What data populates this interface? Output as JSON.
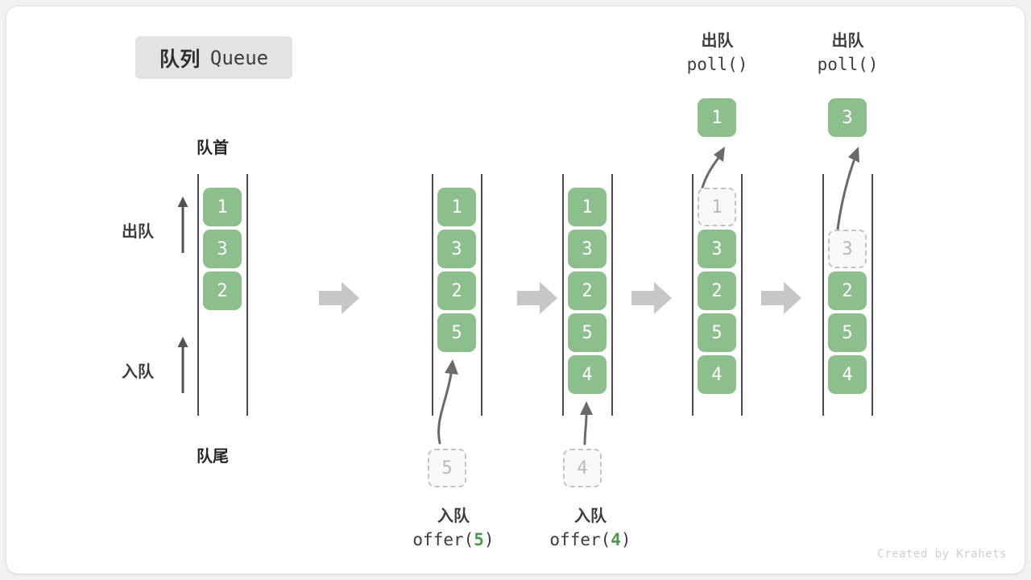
{
  "title": {
    "cn": "队列",
    "en": "Queue"
  },
  "labels": {
    "head": "队首",
    "tail": "队尾",
    "dequeue": "出队",
    "enqueue": "入队"
  },
  "credit": "Created by Krahets",
  "colors": {
    "block_fill": "#8cbf8c",
    "block_text": "#ffffff",
    "ghost_fill": "#f8f8f8",
    "ghost_border": "#c3c3c3",
    "ghost_text": "#b9b9b9",
    "rail": "#4a4a4a",
    "step_arrow": "#c6c6c6",
    "accent_arg": "#4a9a4a",
    "badge_bg": "#e3e3e3"
  },
  "stages": [
    {
      "id": "initial",
      "items": [
        "1",
        "3",
        "2"
      ],
      "ghost_index": null,
      "ghost_value": null,
      "pending_value": null,
      "popped_value": null,
      "caption_cn": null,
      "caption_fn": null,
      "caption_arg": null
    },
    {
      "id": "offer-5",
      "items": [
        "1",
        "3",
        "2",
        "5"
      ],
      "ghost_index": null,
      "ghost_value": null,
      "pending_value": "5",
      "popped_value": null,
      "caption_cn": "入队",
      "caption_fn": "offer(",
      "caption_arg": "5"
    },
    {
      "id": "offer-4",
      "items": [
        "1",
        "3",
        "2",
        "5",
        "4"
      ],
      "ghost_index": null,
      "ghost_value": null,
      "pending_value": "4",
      "popped_value": null,
      "caption_cn": "入队",
      "caption_fn": "offer(",
      "caption_arg": "4"
    },
    {
      "id": "poll-1",
      "items": [
        "3",
        "2",
        "5",
        "4"
      ],
      "ghost_index": 0,
      "ghost_value": "1",
      "pending_value": null,
      "popped_value": "1",
      "caption_cn": "出队",
      "caption_fn": "poll()",
      "caption_arg": null
    },
    {
      "id": "poll-3",
      "items": [
        "2",
        "5",
        "4"
      ],
      "ghost_index": 1,
      "ghost_value": "3",
      "pending_value": null,
      "popped_value": "3",
      "caption_cn": "出队",
      "caption_fn": "poll()",
      "caption_arg": null
    }
  ]
}
